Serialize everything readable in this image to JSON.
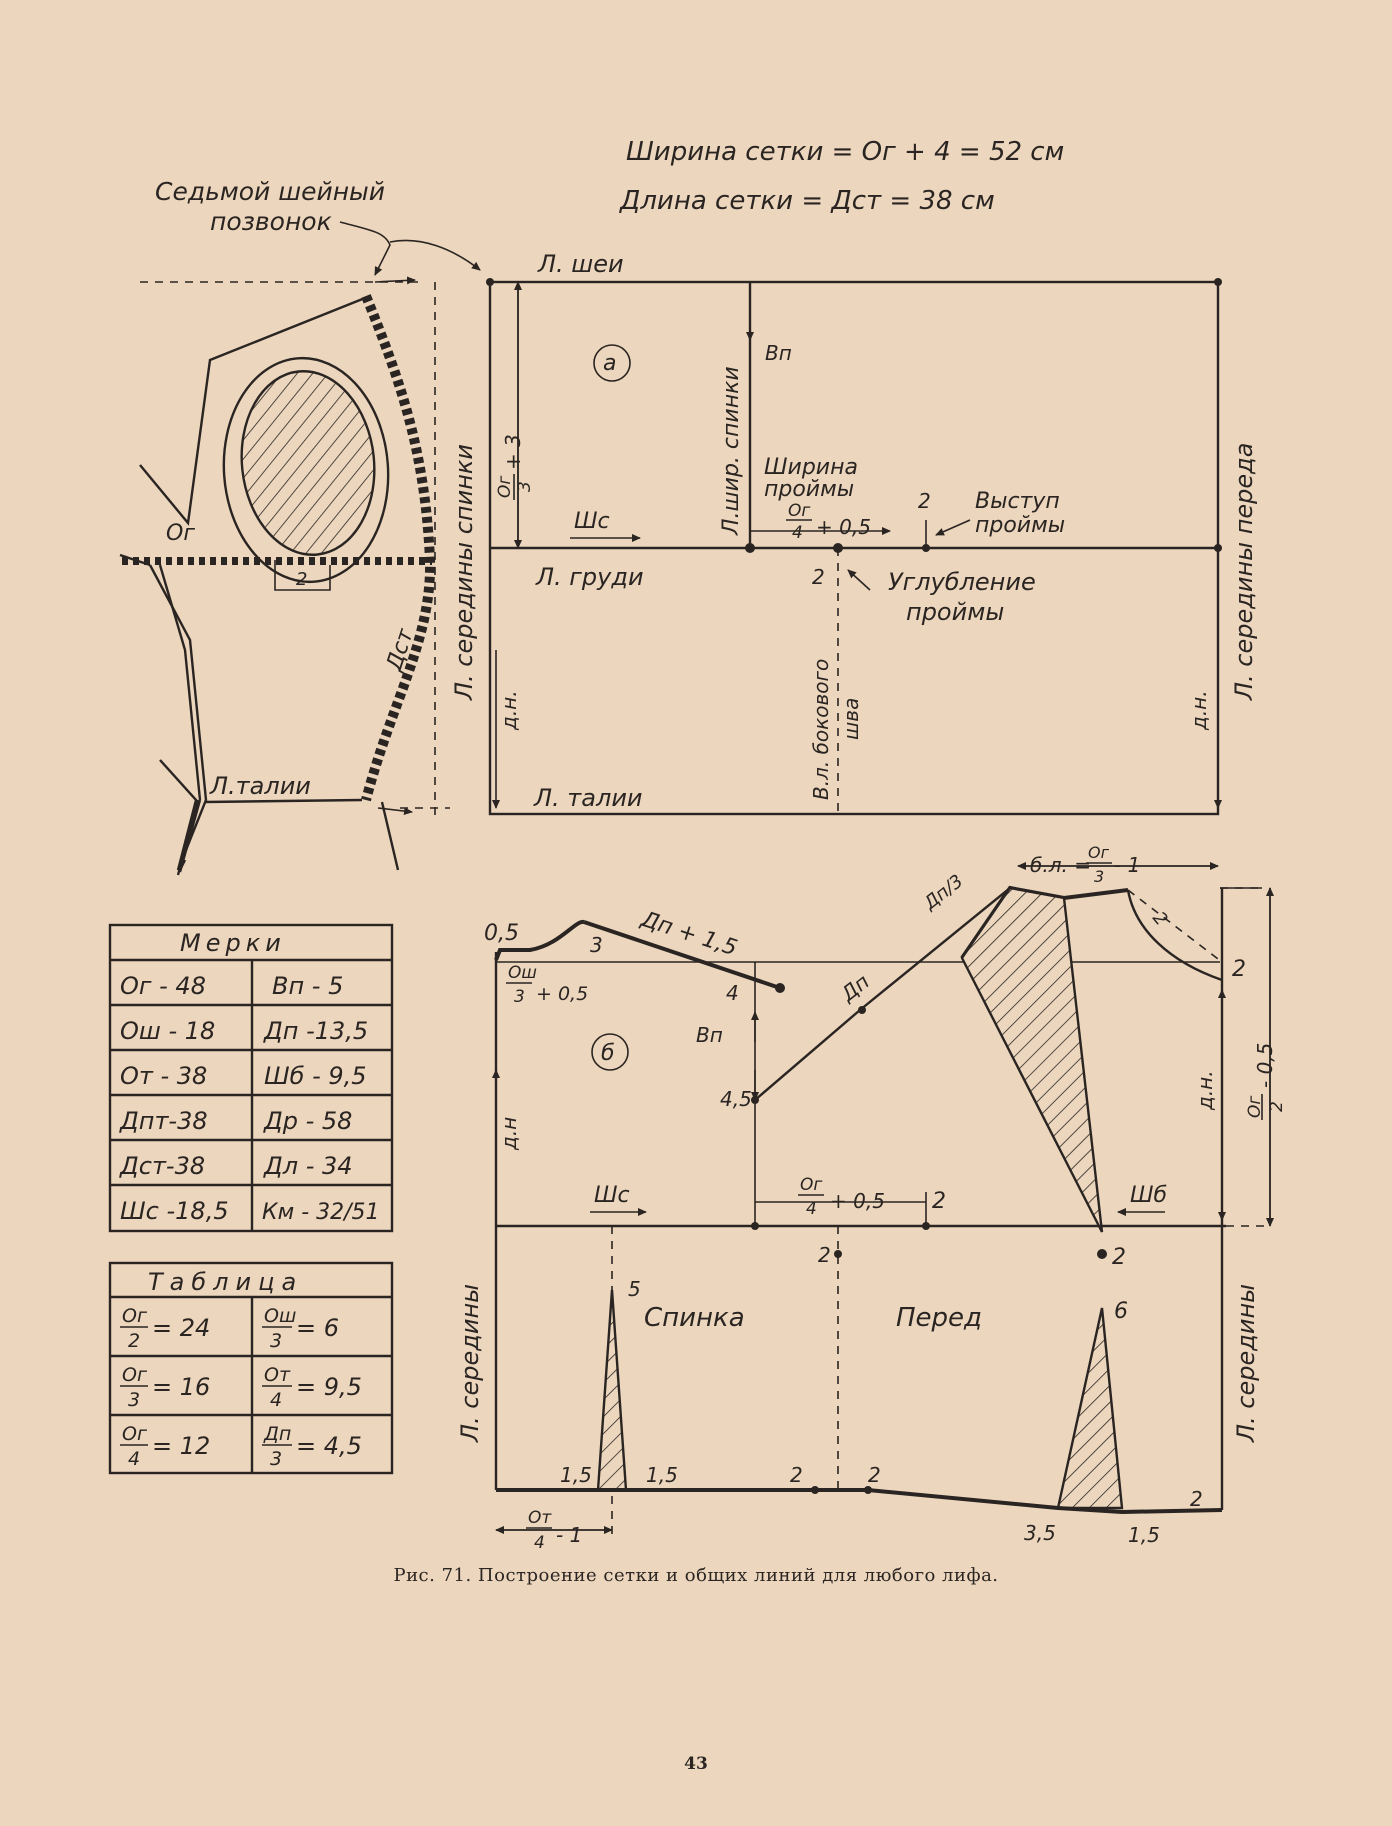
{
  "header": {
    "width_line": "Ширина сетки = Ог + 4 = 52 см",
    "length_line": "Длина сетки = Дст = 38 см"
  },
  "figure_side": {
    "vertebra_line1": "Седьмой шейный",
    "vertebra_line2": "позвонок",
    "og": "Ог",
    "dst": "Дст",
    "two": "2",
    "waist": "Л.талии",
    "back_center": "Л. середины спинки"
  },
  "grid_a": {
    "circle_label": "а",
    "neck_line": "Л. шеи",
    "bust_line": "Л. груди",
    "waist_line": "Л. талии",
    "back_width_line": "Л.шир. спинки",
    "vp": "Вп",
    "dn_left": "д.н.",
    "dn_right": "д.н.",
    "shs": "Шс",
    "armhole_width1": "Ширина",
    "armhole_width2": "проймы",
    "quarter_num": "Ог",
    "quarter_den": "4",
    "plus_half": "+ 0,5",
    "protrusion_num": "2",
    "protrusion1": "Выступ",
    "protrusion2": "проймы",
    "deepening_num": "2",
    "deepening1": "Углубление",
    "deepening2": "проймы",
    "side_seam1": "В.л. бокового",
    "side_seam2": "шва",
    "front_center": "Л. середины переда",
    "third_num": "Ог",
    "third_den": "3",
    "plus_three": "+ 3"
  },
  "measures": {
    "title": "Мерки",
    "rows": [
      [
        "Ог - 48",
        "Вп - 5"
      ],
      [
        "Ош - 18",
        "Дп -13,5"
      ],
      [
        "От - 38",
        "Шб - 9,5"
      ],
      [
        "Дпт-38",
        "Др - 58"
      ],
      [
        "Дст-38",
        "Дл - 34"
      ],
      [
        "Шс -18,5",
        "Км - 32/51"
      ]
    ]
  },
  "table": {
    "title": "Таблица",
    "rows": [
      [
        {
          "num": "Ог",
          "den": "2",
          "val": "= 24"
        },
        {
          "num": "Ош",
          "den": "3",
          "val": "= 6"
        }
      ],
      [
        {
          "num": "Ог",
          "den": "3",
          "val": "= 16"
        },
        {
          "num": "От",
          "den": "4",
          "val": "= 9,5"
        }
      ],
      [
        {
          "num": "Ог",
          "den": "4",
          "val": "= 12"
        },
        {
          "num": "Дп",
          "den": "3",
          "val": "= 4,5"
        }
      ]
    ]
  },
  "grid_b": {
    "circle_label": "б",
    "n05": "0,5",
    "n3": "3",
    "dp_plus": "Дп + 1,5",
    "osh_num": "Ош",
    "osh_den": "3",
    "osh_plus": "+ 0,5",
    "n4": "4",
    "vp": "Вп",
    "n45": "4,5",
    "dp_mid": "Дп",
    "dp3": "Дп/3",
    "bl": "б.л. =",
    "bl_num": "Ог",
    "bl_den": "3",
    "bl_minus": "- 1",
    "n2_neck": "2",
    "n2_right": "2",
    "dn_left": "д.н",
    "dn_right": "д.н.",
    "half_num": "Ог",
    "half_den": "2",
    "half_minus": "- 0,5",
    "shs": "Шс",
    "shb": "Шб",
    "quarter_num": "Ог",
    "quarter_den": "4",
    "plus_half": "+ 0,5",
    "n2_after": "2",
    "n2_side": "2",
    "n2_dart": "2",
    "n5": "5",
    "n6": "6",
    "back": "Спинка",
    "front": "Перед",
    "back_center": "Л. середины",
    "front_center": "Л. середины",
    "n15a": "1,5",
    "n15b": "1,5",
    "n2_wa": "2",
    "n2_wb": "2",
    "n35": "3,5",
    "n15c": "1,5",
    "n2_corner": "2",
    "ot_num": "От",
    "ot_den": "4",
    "ot_minus": "- 1"
  },
  "caption": "Рис. 71. Построение сетки и общих линий для любого лифа.",
  "page_number": "43"
}
